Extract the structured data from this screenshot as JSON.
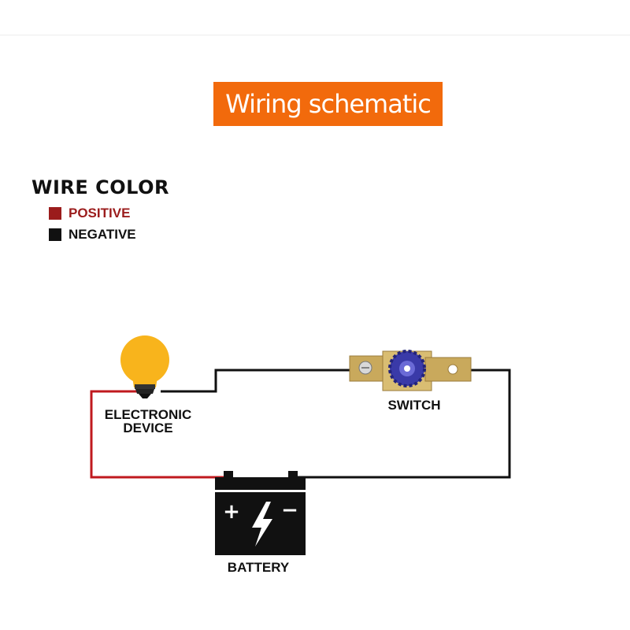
{
  "title": "Wiring schematic",
  "legend": {
    "title": "WIRE COLOR",
    "items": [
      {
        "label": "POSITIVE",
        "color": "#9b1c1c"
      },
      {
        "label": "NEGATIVE",
        "color": "#111111"
      }
    ]
  },
  "components": {
    "device_label_line1": "ELECTRONIC",
    "device_label_line2": "DEVICE",
    "switch_label": "SWITCH",
    "battery_label": "BATTERY",
    "battery_plus": "+",
    "battery_minus": "−"
  },
  "colors": {
    "banner": "#f26a0c",
    "positive_wire": "#c0191e",
    "negative_wire": "#111111",
    "bulb": "#f8b41c",
    "switch_knob": "#3a3aa8",
    "switch_body": "#c9a95c"
  },
  "icons": [
    "light-bulb-icon",
    "battery-icon",
    "switch-icon",
    "lightning-bolt-icon"
  ]
}
